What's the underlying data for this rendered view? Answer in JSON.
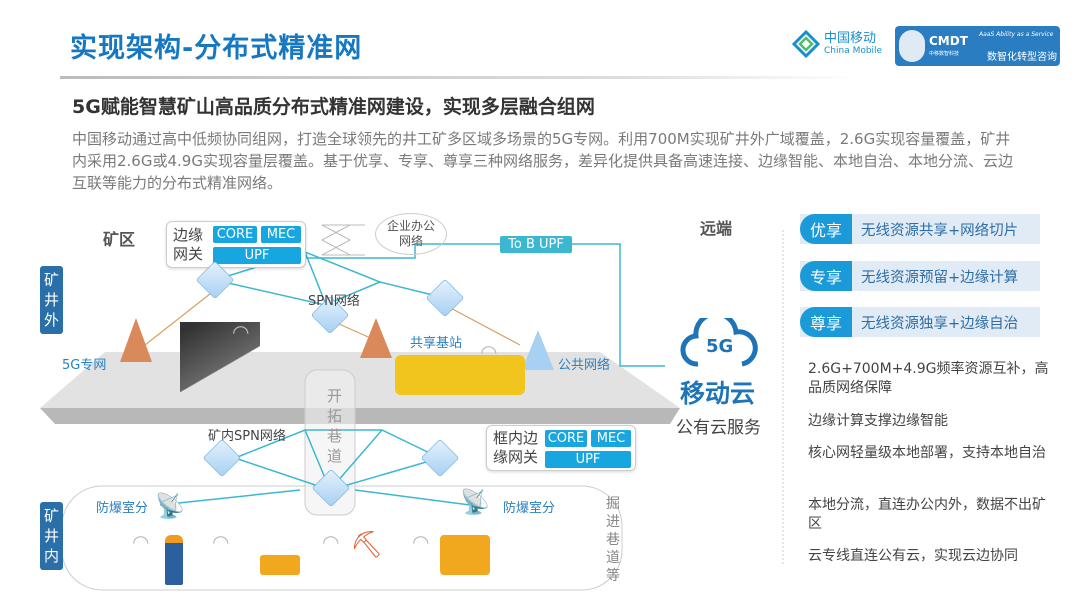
{
  "header": {
    "title": "实现架构-分布式精准网",
    "logo_cn": "中国移动",
    "logo_en": "China Mobile",
    "cmdt": "CMDT",
    "cmdt_sub": "中移数智科技",
    "aaas": "AaaS Ability as a Service",
    "cmdt_slogan": "数智化转型咨询"
  },
  "subtitle": "5G赋能智慧矿山高品质分布式精准网建设，实现多层融合组网",
  "paragraph": "中国移动通过高中低频协同组网，打造全球领先的井工矿多区域多场景的5G专网。利用700M实现矿井外广域覆盖，2.6G实现容量覆盖，矿井内采用2.6G或4.9G实现容量层覆盖。基于优享、专享、尊享三种网络服务，差异化提供具备高速连接、边缘智能、本地自治、本地分流、云边互联等能力的分布式精准网络。",
  "diagram": {
    "mine_area": "矿区",
    "remote": "远端",
    "outside": "矿井外",
    "inside": "矿井内",
    "edge_gw": {
      "name": "边缘网关",
      "core": "CORE",
      "mec": "MEC",
      "upf": "UPF"
    },
    "office": "企业办公网络",
    "tob_upf": "To B UPF",
    "spn": "SPN网络",
    "shared_bs": "共享基站",
    "private_5g": "5G专网",
    "public_net": "公共网络",
    "tunnel_dev": "开拓巷道",
    "tunnel_dig": "掘进巷道等",
    "inner_spn": "矿内SPN网络",
    "inner_gw": {
      "name": "框内边缘网关",
      "core": "CORE",
      "mec": "MEC",
      "upf": "UPF"
    },
    "explosion_proof_left": "防爆室分",
    "explosion_proof_right": "防爆室分",
    "cloud_logo": "5G",
    "cloud_name": "移动云",
    "cloud_service": "公有云服务"
  },
  "services": [
    {
      "key": "优享",
      "value": "无线资源共享+网络切片"
    },
    {
      "key": "专享",
      "value": "无线资源预留+边缘计算"
    },
    {
      "key": "尊享",
      "value": "无线资源独享+边缘自治"
    }
  ],
  "bullets": [
    "2.6G+700M+4.9G频率资源互补，高品质网络保障",
    "边缘计算支撑边缘智能",
    "核心网轻量级本地部署，支持本地自治",
    "本地分流，直连办公内外，数据不出矿区",
    "云专线直连公有云，实现云边协同"
  ],
  "colors": {
    "title": "#1778c2",
    "chip": "#17a6e0",
    "vbox": "#2b6fa9",
    "line": "#3bb8d0"
  }
}
